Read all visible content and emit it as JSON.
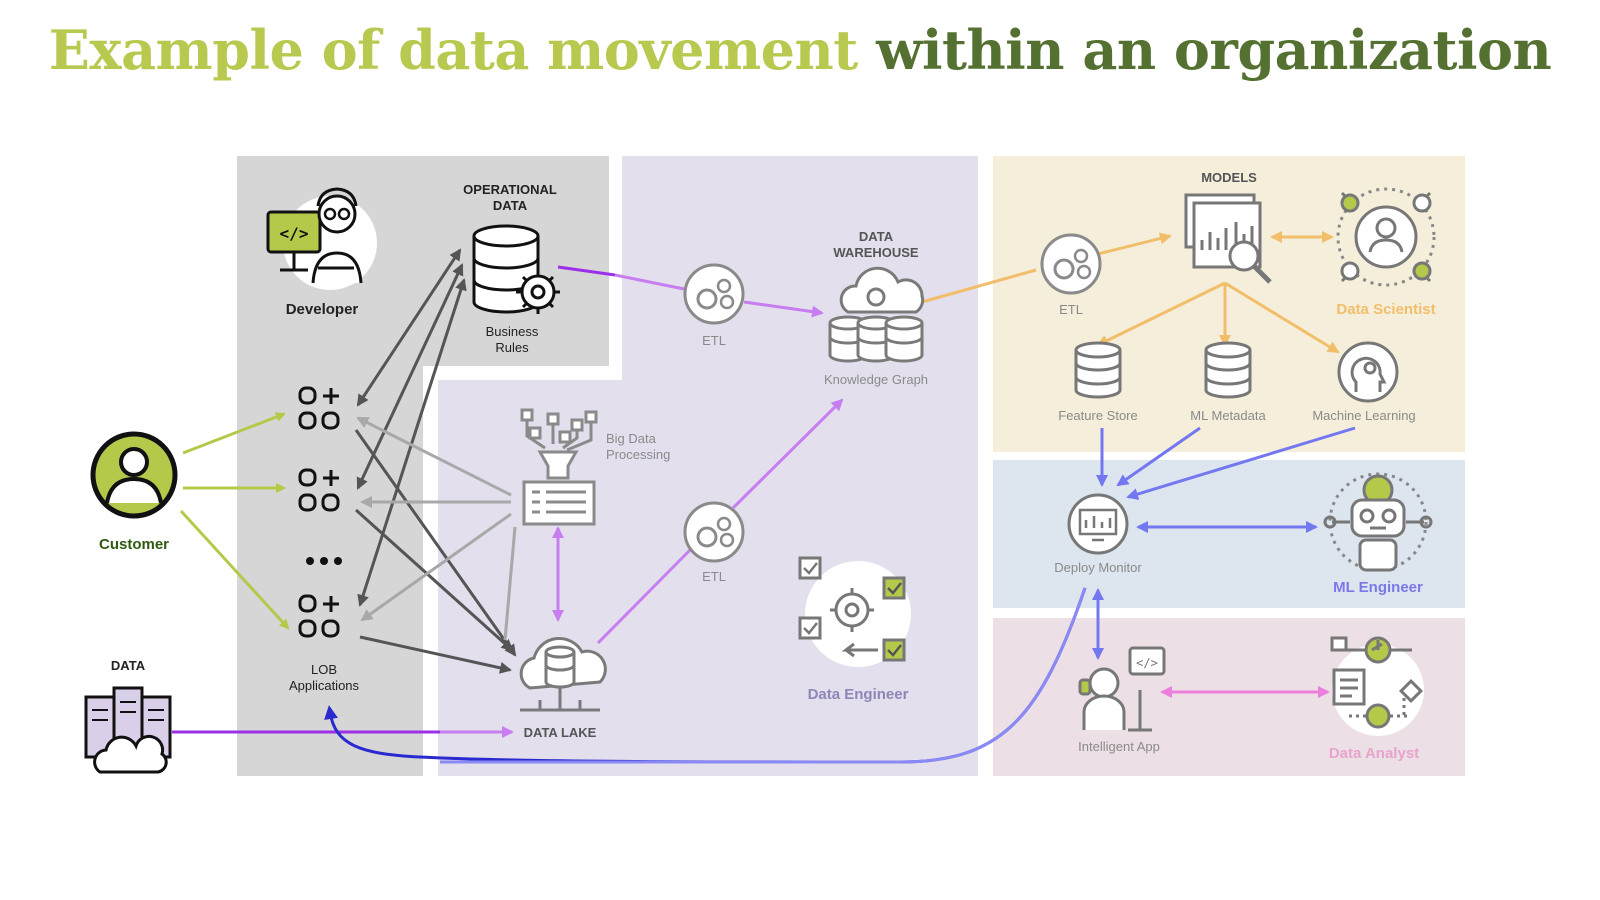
{
  "title": {
    "part1": "Example of data movement",
    "part2": "within an organization"
  },
  "colors": {
    "title_light": "#b9c84f",
    "title_dark": "#557131",
    "customer": "#2e5a12",
    "developer_zone": "#d6d6d6",
    "processing_zone": "#e3dfed",
    "models_zone": "#f4eedb",
    "ml_zone": "#dde5ee",
    "analyst_zone": "#ecdfe6",
    "data_scientist": "#f2be6a",
    "ml_engineer": "#7b78e8",
    "data_analyst": "#e8a4cd",
    "data_engineer": "#8e86b8",
    "purple_flow": "#b75ef0",
    "blue_flow": "#7377f0"
  },
  "labels": {
    "developer": "Developer",
    "customer": "Customer",
    "operational_data": [
      "OPERATIONAL",
      "DATA"
    ],
    "business_rules": [
      "Business",
      "Rules"
    ],
    "lob_applications": [
      "LOB",
      "Applications"
    ],
    "data": "DATA",
    "etl_top": "ETL",
    "etl_mid": "ETL",
    "etl_models": "ETL",
    "data_warehouse": [
      "DATA",
      "WAREHOUSE"
    ],
    "knowledge_graph": "Knowledge Graph",
    "big_data_processing": [
      "Big Data",
      "Processing"
    ],
    "data_lake": "DATA LAKE",
    "data_engineer": "Data Engineer",
    "models": "MODELS",
    "data_scientist": "Data Scientist",
    "feature_store": "Feature Store",
    "ml_metadata": "ML Metadata",
    "machine_learning": "Machine Learning",
    "deploy_monitor": "Deploy Monitor",
    "ml_engineer": "ML Engineer",
    "intelligent_app": "Intelligent App",
    "data_analyst": "Data Analyst"
  }
}
